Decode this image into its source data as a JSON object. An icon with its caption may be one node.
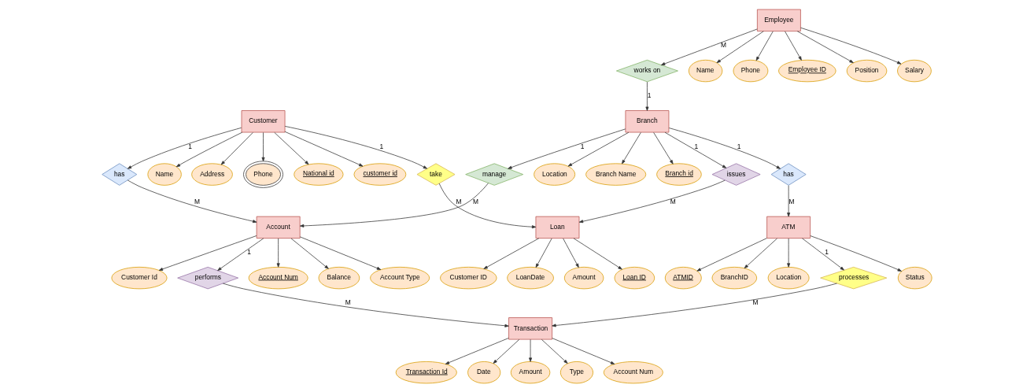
{
  "diagram": {
    "nodes": [
      {
        "text": [
          "customer id"
        ]
      },
      {
        "text": [
          "Name"
        ]
      },
      {
        "text": [
          "Address"
        ]
      },
      {
        "text": [
          "Phone"
        ]
      },
      {
        "text": [
          "National id"
        ]
      },
      {
        "text": [
          "Customer"
        ]
      },
      {
        "text": [
          "Status"
        ]
      },
      {
        "text": [
          "ATMID"
        ]
      },
      {
        "text": [
          "BranchID"
        ]
      },
      {
        "text": [
          "Location"
        ]
      },
      {
        "text": [
          "ATM"
        ]
      },
      {
        "text": [
          "Name"
        ]
      },
      {
        "text": [
          "Phone"
        ]
      },
      {
        "text": [
          "Employee ID"
        ]
      },
      {
        "text": [
          "Position"
        ]
      },
      {
        "text": [
          "Salary"
        ]
      },
      {
        "text": [
          "Location"
        ]
      },
      {
        "text": [
          "Branch Name"
        ]
      },
      {
        "text": [
          "Branch id"
        ]
      },
      {
        "text": [
          "has"
        ]
      },
      {
        "text": [
          "Branch"
        ]
      },
      {
        "text": [
          "has"
        ]
      },
      {
        "text": [
          "works on"
        ]
      },
      {
        "text": [
          "manage"
        ]
      },
      {
        "text": [
          "processes"
        ]
      },
      {
        "text": [
          "Employee"
        ]
      },
      {
        "text": [
          "Account"
        ]
      },
      {
        "text": [
          "performs"
        ]
      },
      {
        "text": [
          "Transaction"
        ]
      },
      {
        "text": [
          "issues"
        ]
      },
      {
        "text": [
          "Account Num"
        ]
      },
      {
        "text": [
          "Balance"
        ]
      },
      {
        "text": [
          "Account Type"
        ]
      },
      {
        "text": [
          "Customer Id"
        ]
      },
      {
        "text": [
          "Transaction Id"
        ]
      },
      {
        "text": [
          "Date"
        ]
      },
      {
        "text": [
          "Amount"
        ]
      },
      {
        "text": [
          "Type"
        ]
      },
      {
        "text": [
          "Account Num"
        ]
      },
      {
        "text": [
          "Loan"
        ]
      },
      {
        "text": [
          "Customer ID"
        ]
      },
      {
        "text": [
          "LoanDate"
        ]
      },
      {
        "text": [
          "Amount"
        ]
      },
      {
        "text": [
          "Loan ID"
        ]
      },
      {
        "text": [
          "take"
        ]
      }
    ],
    "edges": [
      {
        "from": 5,
        "to": 0,
        "arrow": "to"
      },
      {
        "from": 5,
        "to": 1,
        "arrow": "to"
      },
      {
        "from": 5,
        "to": 2,
        "arrow": "to"
      },
      {
        "from": 5,
        "to": 3,
        "arrow": "to"
      },
      {
        "from": 5,
        "to": 4,
        "arrow": "to"
      },
      {
        "from": 5,
        "to": 19,
        "arrow": "to",
        "label": "1"
      },
      {
        "from": 19,
        "to": 26,
        "arrow": "to",
        "label": "M"
      },
      {
        "from": 5,
        "to": 44,
        "arrow": "to",
        "label": "1"
      },
      {
        "from": 44,
        "to": 39,
        "arrow": "to",
        "label": "M"
      },
      {
        "from": 10,
        "to": 6,
        "arrow": "to"
      },
      {
        "from": 10,
        "to": 7,
        "arrow": "to"
      },
      {
        "from": 10,
        "to": 8,
        "arrow": "to"
      },
      {
        "from": 10,
        "to": 9,
        "arrow": "to"
      },
      {
        "from": 10,
        "to": 24,
        "arrow": "to",
        "label": "1"
      },
      {
        "from": 24,
        "to": 28,
        "arrow": "to",
        "label": "M"
      },
      {
        "from": 25,
        "to": 13,
        "arrow": "to"
      },
      {
        "from": 25,
        "to": 11,
        "arrow": "to"
      },
      {
        "from": 25,
        "to": 14,
        "arrow": "to"
      },
      {
        "from": 25,
        "to": 12,
        "arrow": "to"
      },
      {
        "from": 25,
        "to": 15,
        "arrow": "to"
      },
      {
        "from": 25,
        "to": 22,
        "arrow": "to",
        "label": "M"
      },
      {
        "from": 22,
        "to": 20,
        "arrow": "to",
        "label": "1"
      },
      {
        "from": 20,
        "to": 18,
        "arrow": "to"
      },
      {
        "from": 20,
        "to": 17,
        "arrow": "to"
      },
      {
        "from": 20,
        "to": 16,
        "arrow": "to"
      },
      {
        "from": 20,
        "to": 21,
        "arrow": "to",
        "label": "1"
      },
      {
        "from": 21,
        "to": 10,
        "arrow": "to",
        "label": "M"
      },
      {
        "from": 20,
        "to": 23,
        "arrow": "to",
        "label": "1"
      },
      {
        "from": 23,
        "to": 26,
        "arrow": "to",
        "label": "M"
      },
      {
        "from": 20,
        "to": 29,
        "arrow": "to",
        "label": "1"
      },
      {
        "from": 29,
        "to": 39,
        "arrow": "to",
        "label": "M"
      },
      {
        "from": 26,
        "to": 30,
        "arrow": "to"
      },
      {
        "from": 26,
        "to": 31,
        "arrow": "to"
      },
      {
        "from": 26,
        "to": 32,
        "arrow": "to"
      },
      {
        "from": 26,
        "to": 33,
        "arrow": "to"
      },
      {
        "from": 26,
        "to": 27,
        "arrow": "to",
        "label": "1"
      },
      {
        "from": 27,
        "to": 28,
        "arrow": "to",
        "label": "M"
      },
      {
        "from": 28,
        "to": 34,
        "arrow": "to"
      },
      {
        "from": 28,
        "to": 35,
        "arrow": "to"
      },
      {
        "from": 28,
        "to": 36,
        "arrow": "to"
      },
      {
        "from": 28,
        "to": 37,
        "arrow": "to"
      },
      {
        "from": 28,
        "to": 38,
        "arrow": "to"
      },
      {
        "from": 39,
        "to": 40,
        "arrow": "to"
      },
      {
        "from": 39,
        "to": 41,
        "arrow": "to"
      },
      {
        "from": 39,
        "to": 42,
        "arrow": "to"
      },
      {
        "from": 39,
        "to": 43,
        "arrow": "to"
      }
    ]
  }
}
